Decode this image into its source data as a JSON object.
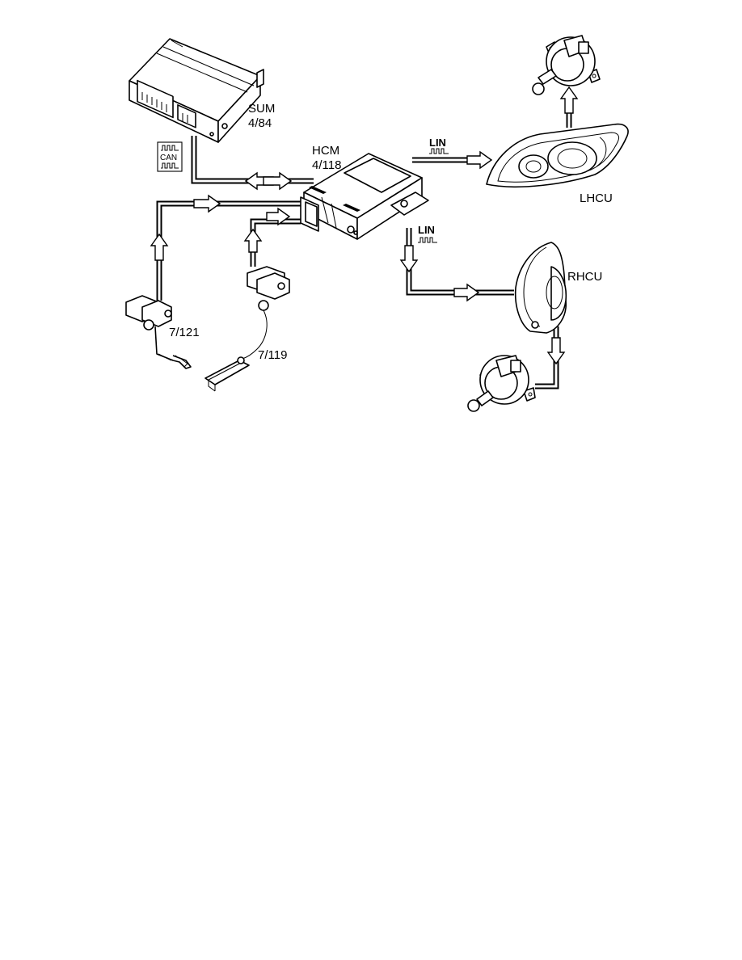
{
  "labels": {
    "sum": "SUM",
    "sum_ref": "4/84",
    "hcm": "HCM",
    "hcm_ref": "4/118",
    "lhcu": "LHCU",
    "rhcu": "RHCU",
    "sensor_rear": "7/121",
    "sensor_front": "7/119"
  },
  "signals": {
    "can": "CAN",
    "lin": "LIN"
  },
  "colors": {
    "line": "#000000",
    "background": "#ffffff"
  }
}
